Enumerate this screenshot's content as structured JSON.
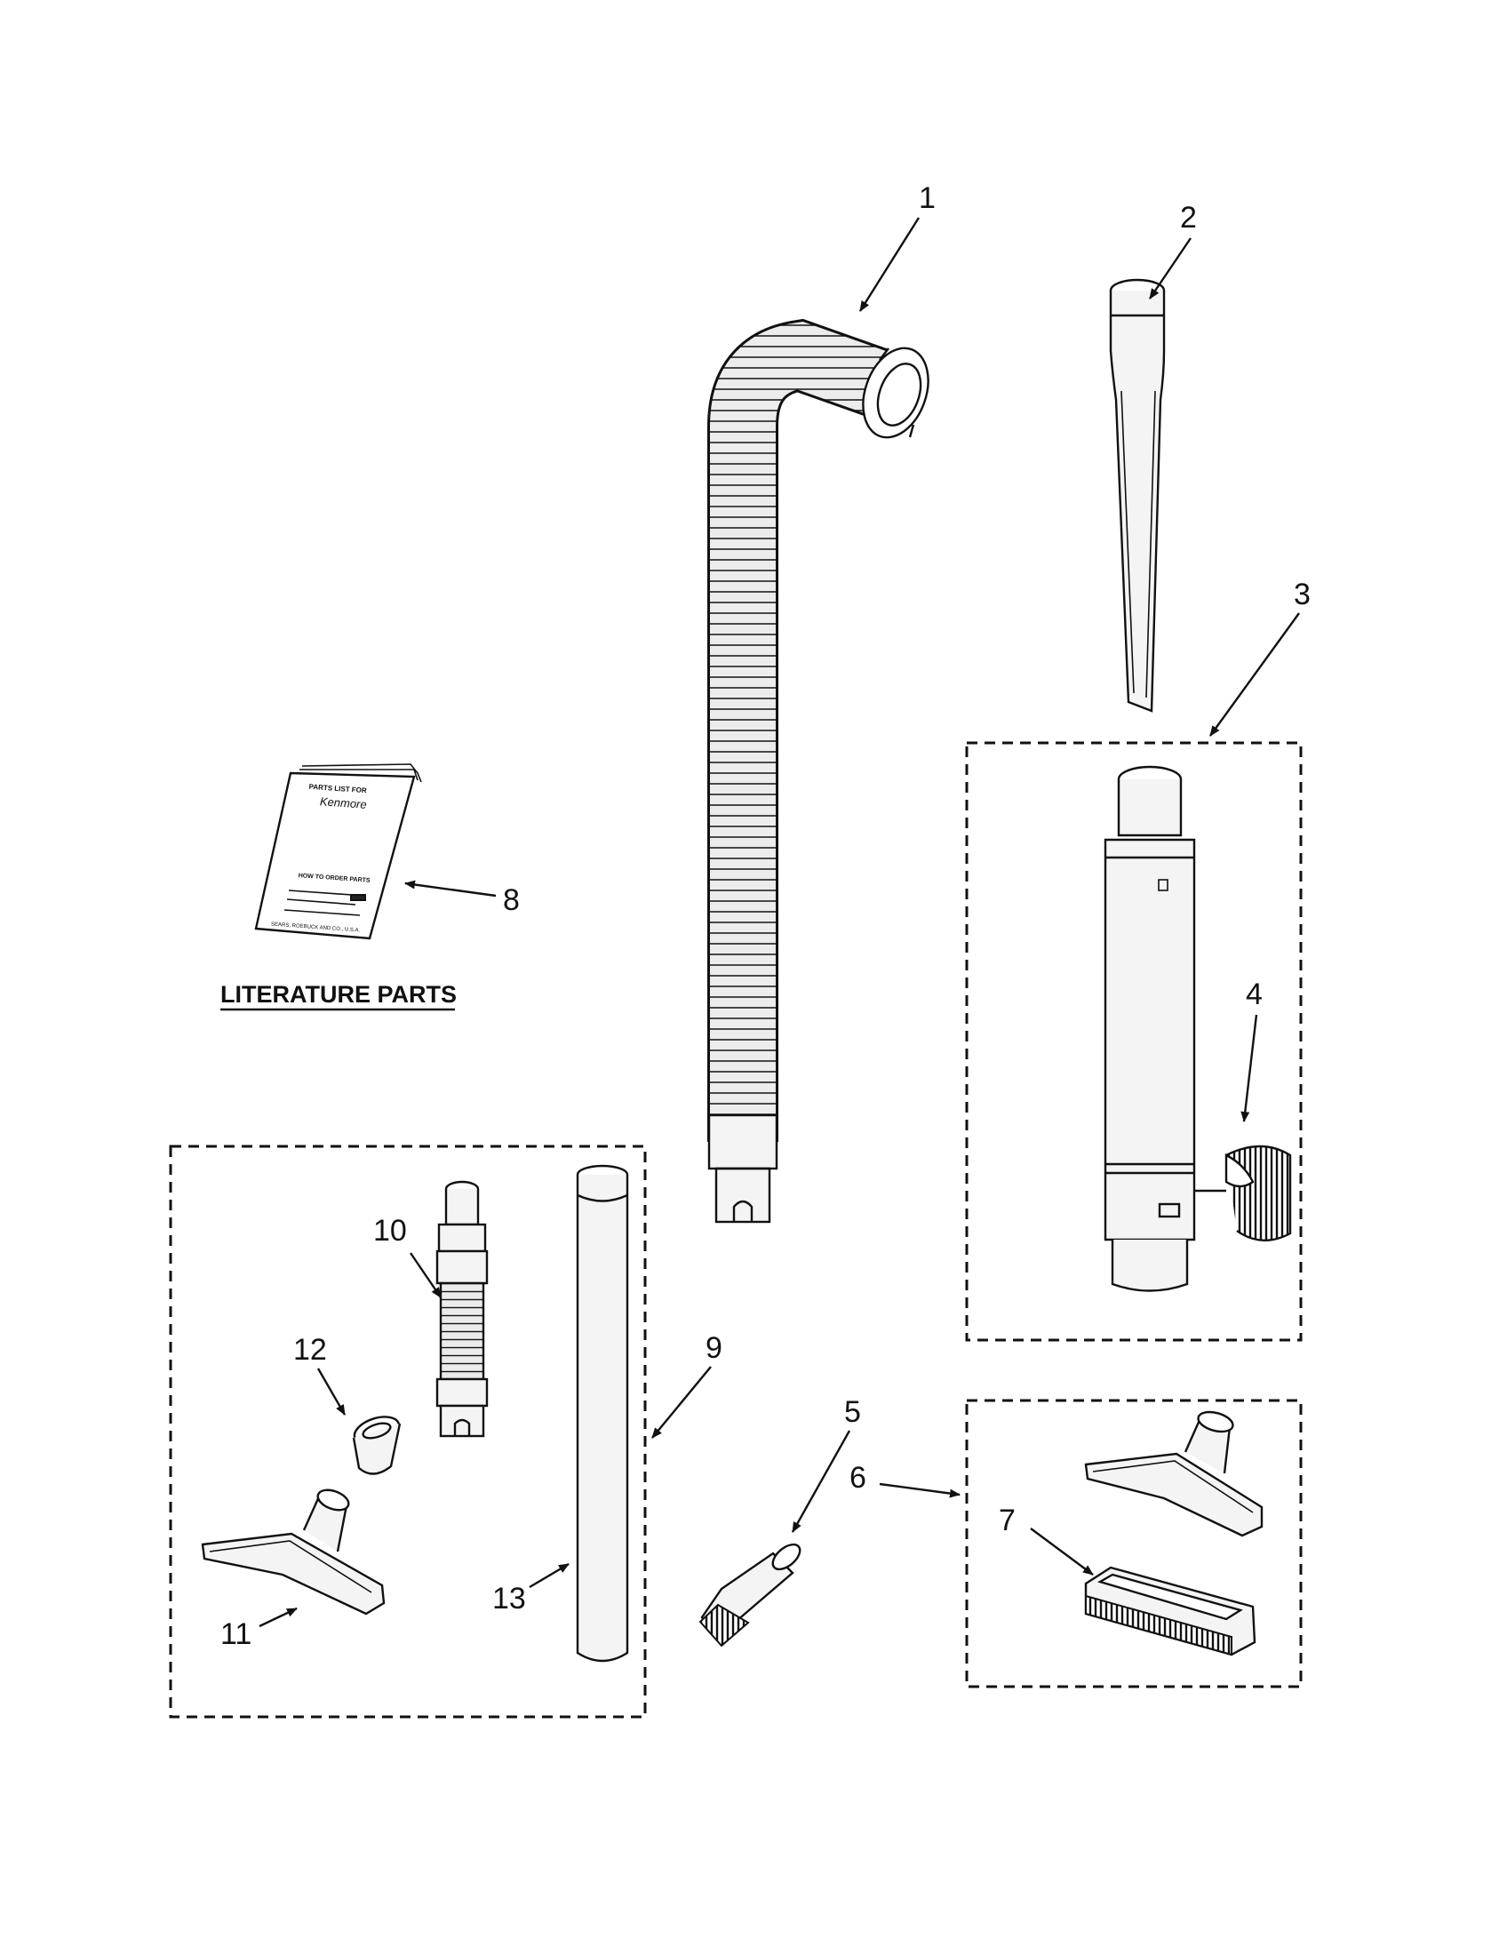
{
  "heading": "LITERATURE PARTS",
  "callouts": [
    "1",
    "2",
    "3",
    "4",
    "5",
    "6",
    "7",
    "8",
    "9",
    "10",
    "11",
    "12",
    "13"
  ],
  "booklet": {
    "title_line": "PARTS LIST FOR",
    "brand": "Kenmore",
    "order_line": "HOW TO ORDER PARTS",
    "company": "SEARS, ROEBUCK AND CO., U.S.A."
  }
}
